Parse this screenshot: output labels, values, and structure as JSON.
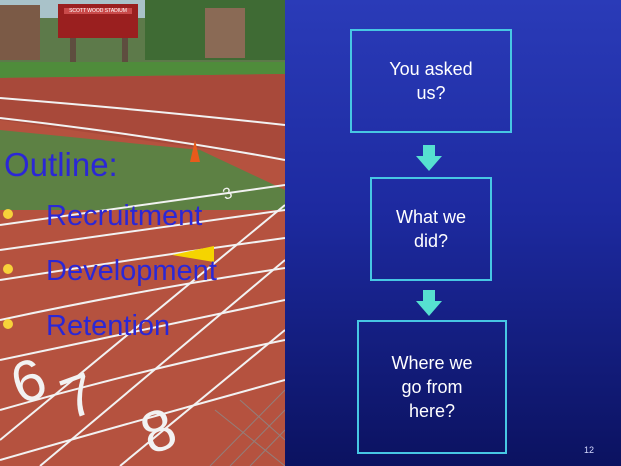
{
  "slide": {
    "page_number": "12",
    "colors": {
      "background_top": "#2a3bb8",
      "background_bottom": "#0b1260",
      "box_border": "#47c7e3",
      "arrow": "#56e0d0",
      "outline_text": "#2b27d6",
      "bullet": "#f7d23a"
    }
  },
  "photo": {
    "sign_text": "SCOTT WOOD STADIUM"
  },
  "outline": {
    "title": "Outline:",
    "items": [
      "Recruitment",
      "Development",
      "Retention"
    ]
  },
  "flow": {
    "box1": {
      "lines": [
        "You asked",
        "us?"
      ]
    },
    "box2": {
      "lines": [
        "What we",
        "did?"
      ]
    },
    "box3": {
      "lines": [
        "Where we",
        "go from",
        "here?"
      ]
    },
    "arrow_icon": "down-arrow-icon"
  }
}
